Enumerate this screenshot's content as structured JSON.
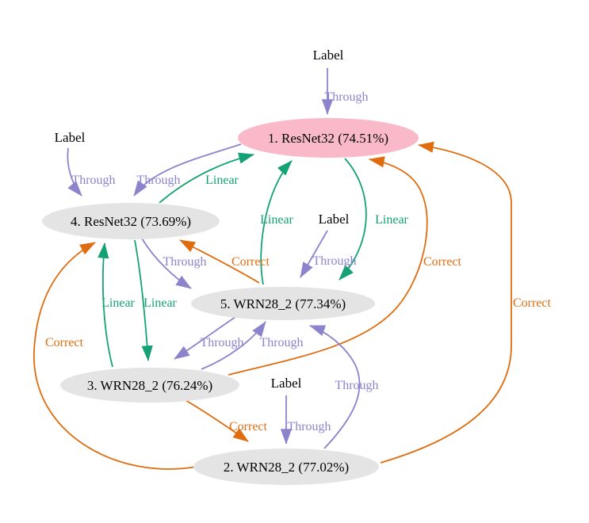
{
  "graph": {
    "background": "#FFFFFF",
    "colors": {
      "node_highlight_fill": "#F9B9C8",
      "node_default_fill": "#E4E4E4",
      "through_edge": "#8C83CD",
      "linear_edge": "#14A175",
      "correct_edge": "#DF6D0F",
      "text": "#000000"
    },
    "nodes": [
      {
        "id": "1",
        "label": "1. ResNet32 (74.51%)",
        "model": "ResNet32",
        "accuracy": "74.51%",
        "rank": "1",
        "highlighted": true
      },
      {
        "id": "4",
        "label": "4. ResNet32 (73.69%)",
        "model": "ResNet32",
        "accuracy": "73.69%",
        "rank": "4",
        "highlighted": false
      },
      {
        "id": "5",
        "label": "5. WRN28_2 (77.34%)",
        "model": "WRN28_2",
        "accuracy": "77.34%",
        "rank": "5",
        "highlighted": false
      },
      {
        "id": "3",
        "label": "3. WRN28_2 (76.24%)",
        "model": "WRN28_2",
        "accuracy": "76.24%",
        "rank": "3",
        "highlighted": false
      },
      {
        "id": "2",
        "label": "2. WRN28_2 (77.02%)",
        "model": "WRN28_2",
        "accuracy": "77.02%",
        "rank": "2",
        "highlighted": false
      }
    ],
    "input_labels": [
      {
        "id": "label-top",
        "text": "Label",
        "feeds": "1"
      },
      {
        "id": "label-left",
        "text": "Label",
        "feeds": "4"
      },
      {
        "id": "label-middle",
        "text": "Label",
        "feeds": "5"
      },
      {
        "id": "label-bottom",
        "text": "Label",
        "feeds": "2"
      }
    ],
    "edges": [
      {
        "from": "label-top",
        "to": "1",
        "label": "Through",
        "type": "through"
      },
      {
        "from": "label-left",
        "to": "4",
        "label": "Through",
        "type": "through"
      },
      {
        "from": "1",
        "to": "4",
        "label": "Through",
        "type": "through"
      },
      {
        "from": "4",
        "to": "1",
        "label": "Linear",
        "type": "linear"
      },
      {
        "from": "5",
        "to": "1",
        "label": "Linear",
        "type": "linear"
      },
      {
        "from": "1",
        "to": "5",
        "label": "Linear",
        "type": "linear"
      },
      {
        "from": "label-middle",
        "to": "5",
        "label": "Through",
        "type": "through"
      },
      {
        "from": "4",
        "to": "5",
        "label": "Through",
        "type": "through"
      },
      {
        "from": "5",
        "to": "4",
        "label": "Correct",
        "type": "correct"
      },
      {
        "from": "3",
        "to": "1",
        "label": "Correct",
        "type": "correct"
      },
      {
        "from": "2",
        "to": "1",
        "label": "Correct",
        "type": "correct"
      },
      {
        "from": "3",
        "to": "4",
        "label": "Linear",
        "type": "linear"
      },
      {
        "from": "4",
        "to": "3",
        "label": "Linear",
        "type": "linear"
      },
      {
        "from": "2",
        "to": "4",
        "label": "Correct",
        "type": "correct"
      },
      {
        "from": "5",
        "to": "3",
        "label": "Through",
        "type": "through"
      },
      {
        "from": "3",
        "to": "5",
        "label": "Through",
        "type": "through"
      },
      {
        "from": "2",
        "to": "5",
        "label": "Through",
        "type": "through"
      },
      {
        "from": "label-bottom",
        "to": "2",
        "label": "Through",
        "type": "through"
      },
      {
        "from": "3",
        "to": "2",
        "label": "Correct",
        "type": "correct"
      }
    ]
  }
}
